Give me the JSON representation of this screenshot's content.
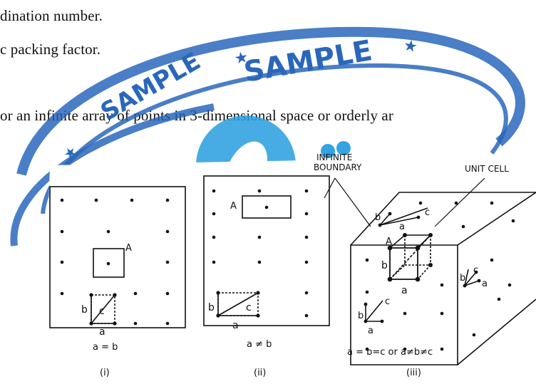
{
  "text_lines": [
    "dination number.",
    "c packing factor.",
    "or an infinite array of points in 3-dimensional space or orderly ar"
  ],
  "stamp": {
    "word": "SAMPLE",
    "color": "#1f5fb8"
  },
  "figure": {
    "infinite_boundary_label": "INFINITE\nBOUNDARY",
    "unit_cell_label": "UNIT CELL",
    "panels": [
      {
        "caption": "a = b",
        "numeral": "(i)",
        "cell_label": "A",
        "vectors": [
          "a",
          "b",
          "c"
        ]
      },
      {
        "caption": "a ≠ b",
        "numeral": "(ii)",
        "cell_label": "A",
        "vectors": [
          "a",
          "b",
          "c"
        ]
      },
      {
        "caption": "a = b=c  or a≠b≠c",
        "numeral": "(iii)",
        "cell_label": "A",
        "vectors": [
          "a",
          "b",
          "c"
        ]
      }
    ]
  }
}
